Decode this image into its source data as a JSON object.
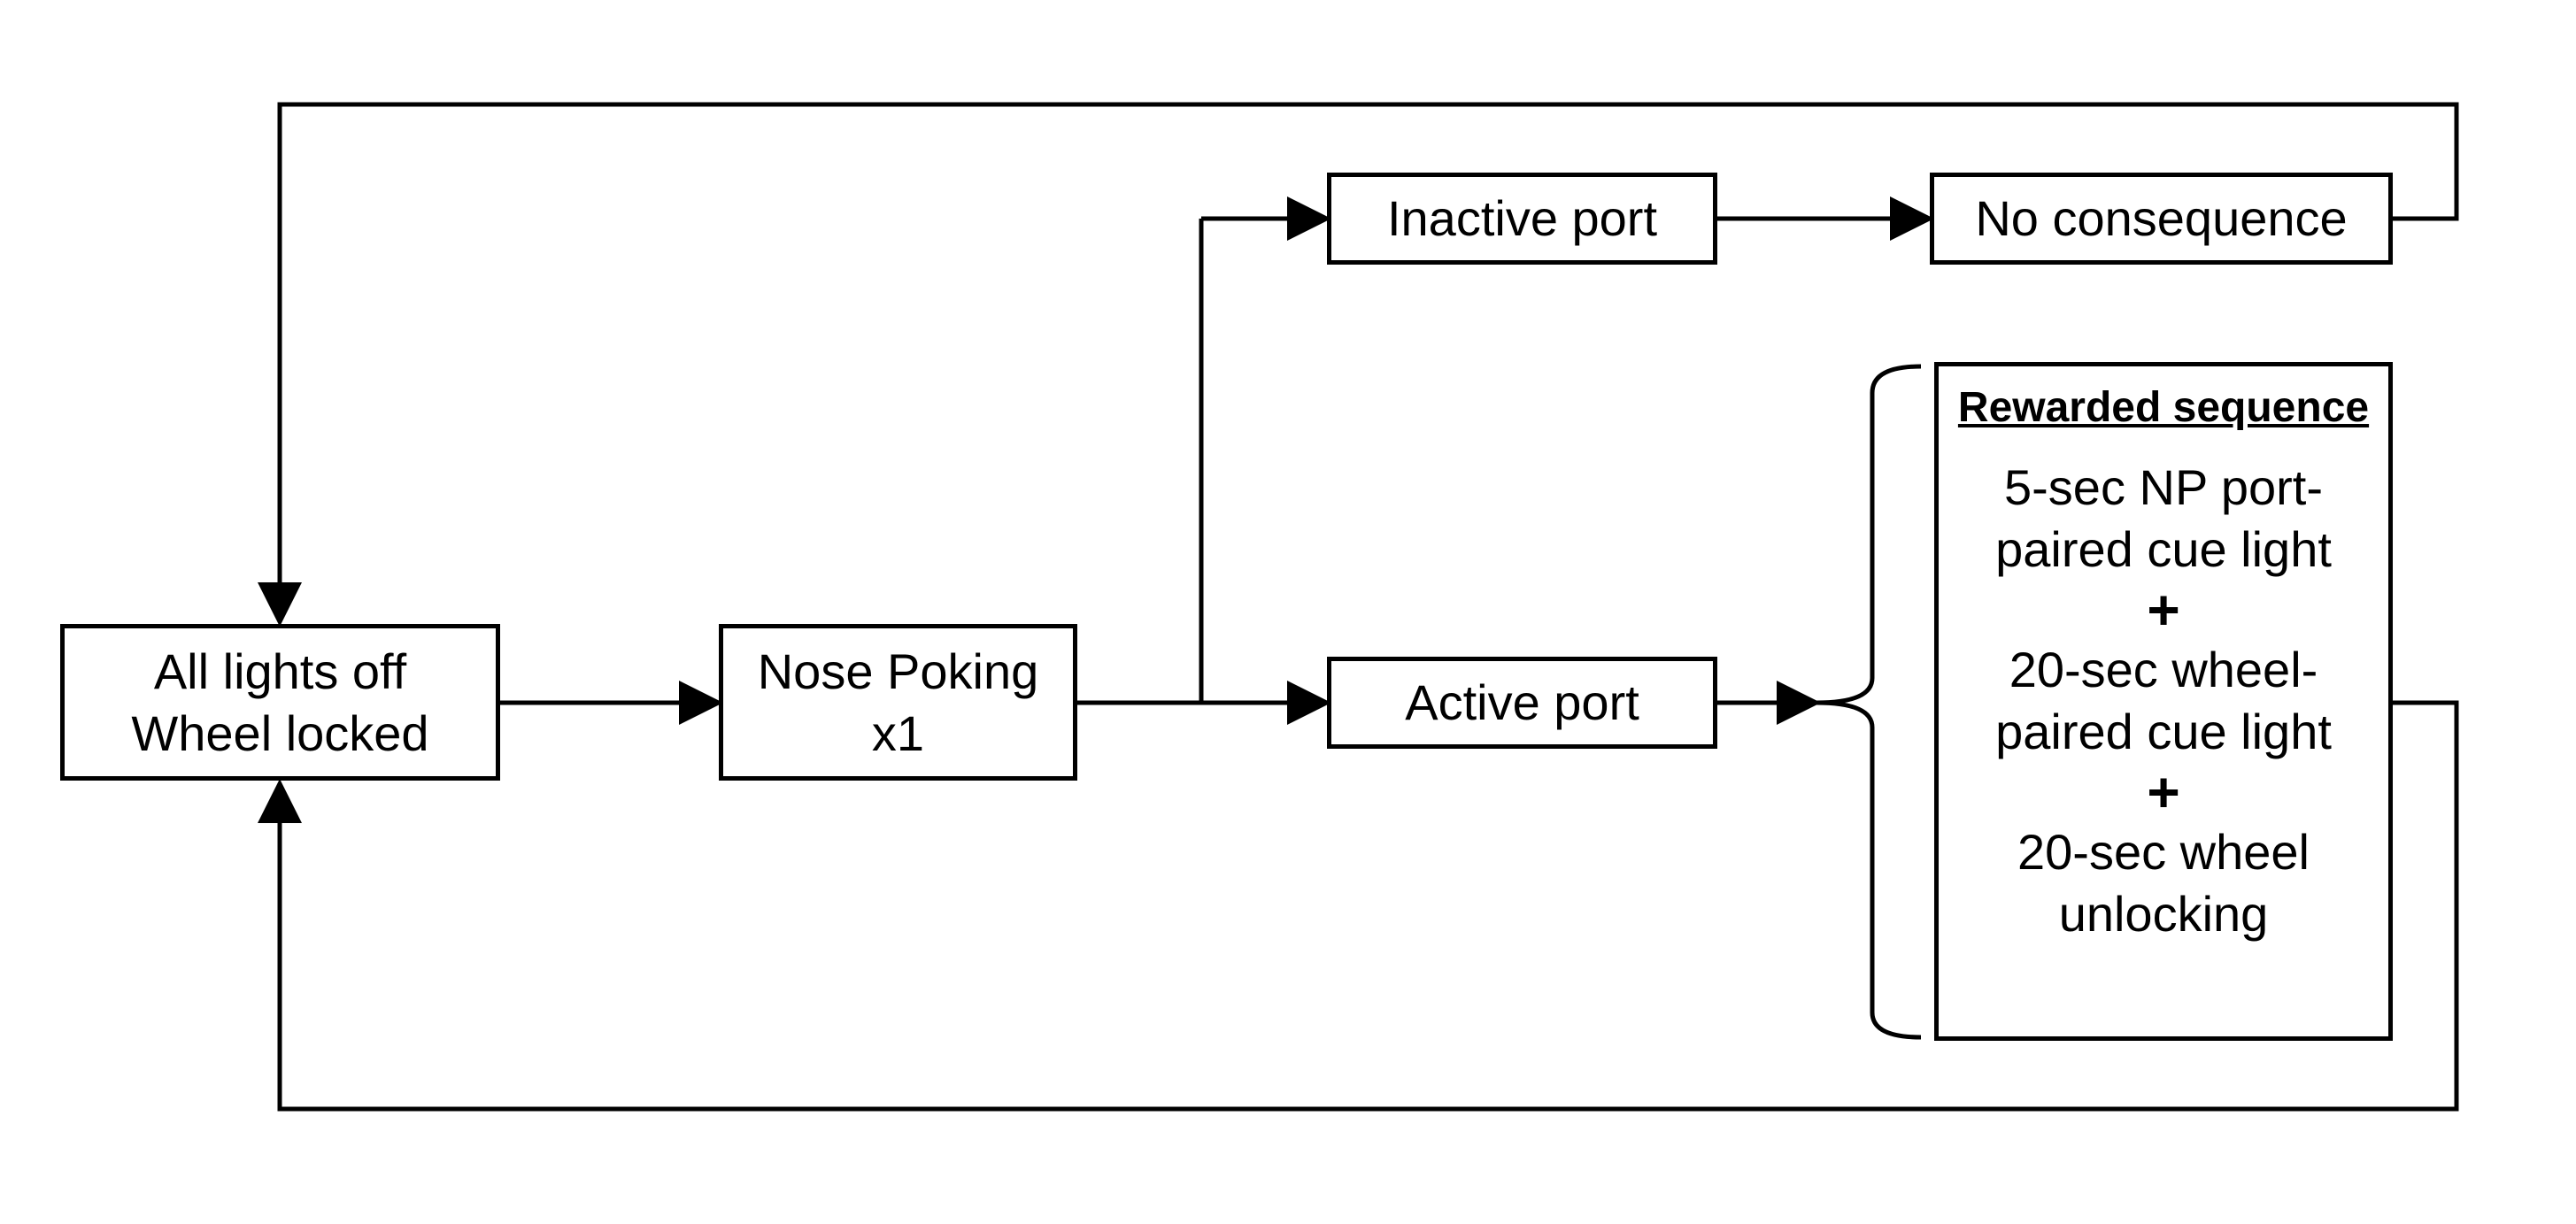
{
  "nodes": {
    "start": {
      "line1": "All lights off",
      "line2": "Wheel locked"
    },
    "nose_poke": {
      "line1": "Nose Poking",
      "line2": "x1"
    },
    "inactive_port": {
      "label": "Inactive port"
    },
    "no_consequence": {
      "label": "No consequence"
    },
    "active_port": {
      "label": "Active port"
    },
    "rewarded_sequence": {
      "title": "Rewarded sequence",
      "step1_line1": "5-sec NP port-",
      "step1_line2": "paired cue light",
      "plus1": "+",
      "step2_line1": "20-sec wheel-",
      "step2_line2": "paired cue light",
      "plus2": "+",
      "step3_line1": "20-sec wheel",
      "step3_line2": "unlocking"
    }
  },
  "edges": [
    {
      "from": "start",
      "to": "nose_poke"
    },
    {
      "from": "nose_poke",
      "to": "inactive_port"
    },
    {
      "from": "nose_poke",
      "to": "active_port"
    },
    {
      "from": "inactive_port",
      "to": "no_consequence"
    },
    {
      "from": "no_consequence",
      "to": "start"
    },
    {
      "from": "active_port",
      "to": "rewarded_sequence"
    },
    {
      "from": "rewarded_sequence",
      "to": "start"
    }
  ]
}
